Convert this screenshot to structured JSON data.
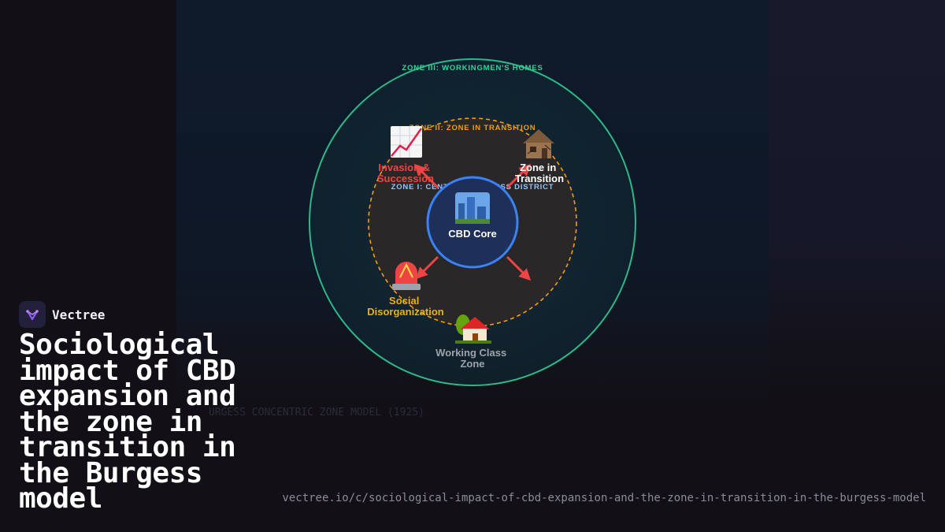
{
  "brand": {
    "name": "Vectree",
    "accent": "#8b5cf6"
  },
  "title": "Sociological impact of CBD expansion and the zone in transition in the Burgess model",
  "url": "vectree.io/c/sociological-impact-of-cbd-expansion-and-the-zone-in-transition-in-the-burgess-model",
  "faded_caption": "URGESS CONCENTRIC ZONE MODEL (1925)",
  "diagram": {
    "zones": [
      {
        "label": "ZONE III: WORKINGMEN'S HOMES",
        "color": "#34d399"
      },
      {
        "label": "ZONE II: ZONE IN TRANSITION",
        "color": "#f59e0b"
      },
      {
        "label": "ZONE I: CENTRAL BUSINESS DISTRICT",
        "color": "#93c5fd"
      }
    ],
    "core": {
      "icon": "city-skyline-icon",
      "label": "CBD Core",
      "color": "#3b82f6"
    },
    "nodes": [
      {
        "key": "invasion",
        "icon": "chart-increasing-icon",
        "line1": "Invasion &",
        "line2": "Succession",
        "color": "#ef4444"
      },
      {
        "key": "transition",
        "icon": "derelict-house-icon",
        "line1": "Zone in",
        "line2": "Transition",
        "color": "#ffffff"
      },
      {
        "key": "disorganization",
        "icon": "police-light-icon",
        "line1": "Social",
        "line2": "Disorganization",
        "color": "#eab308"
      },
      {
        "key": "working",
        "icon": "house-with-garden-icon",
        "line1": "Working Class",
        "line2": "Zone",
        "color": "#9ca3af"
      }
    ],
    "arrow_color": "#ef4444"
  }
}
